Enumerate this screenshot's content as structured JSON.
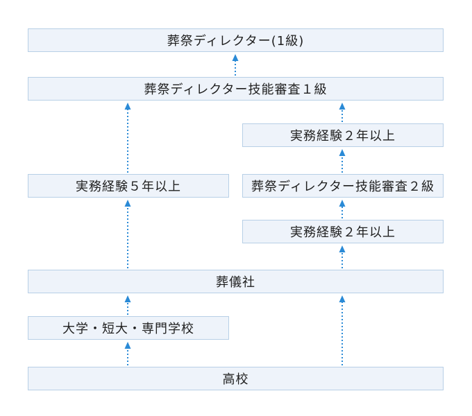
{
  "accent_color": "#2a8ad6",
  "box_fill": "#eef3fa",
  "box_border": "#b7cfe6",
  "boxes": {
    "director_level1": "葬祭ディレクター(1級)",
    "exam_level1": "葬祭ディレクター技能審査１級",
    "experience_2yr_upper": "実務経験２年以上",
    "experience_5yr": "実務経験５年以上",
    "exam_level2": "葬祭ディレクター技能審査２級",
    "experience_2yr_lower": "実務経験２年以上",
    "funeral_company": "葬儀社",
    "university": "大学・短大・専門学校",
    "high_school": "高校"
  }
}
